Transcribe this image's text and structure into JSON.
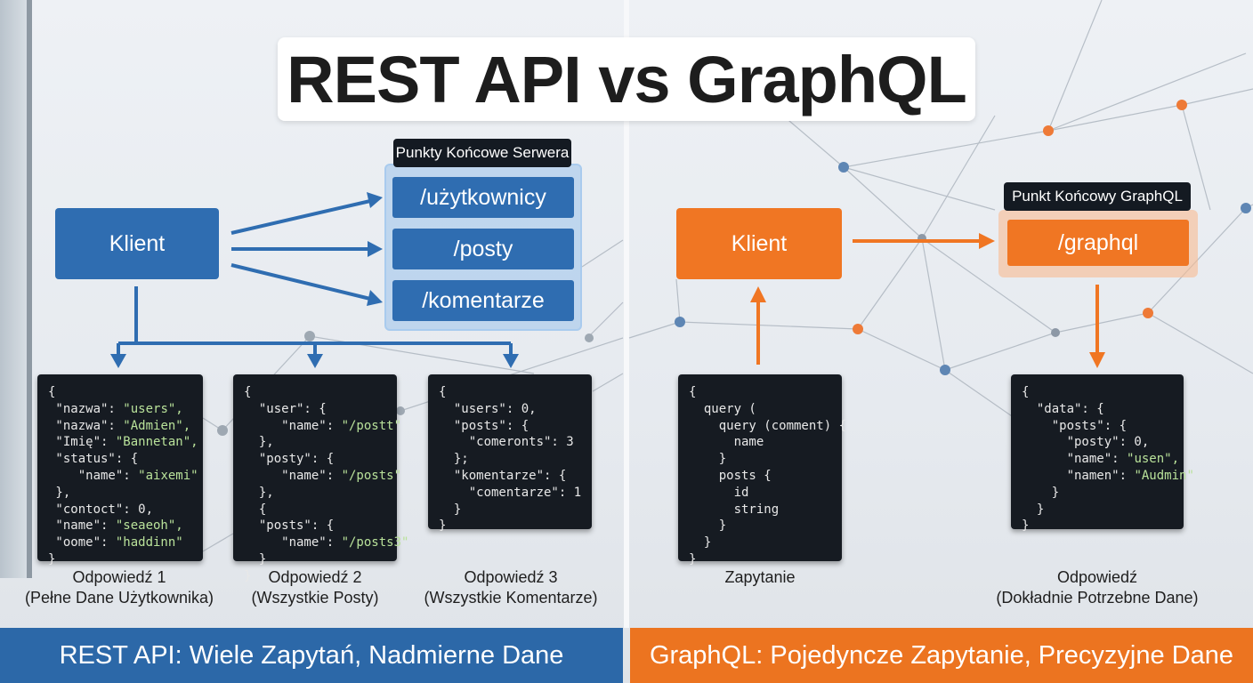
{
  "title": "REST API vs GraphQL",
  "colors": {
    "rest_blue": "#2f6db1",
    "graphql_orange": "#f07623",
    "code_bg": "#161b22",
    "code_key": "#e8e8e8",
    "code_value": "#b9e29a"
  },
  "rest": {
    "client_label": "Klient",
    "endpoints_label": "Punkty Końcowe Serwera",
    "endpoints": [
      "/użytkownicy",
      "/posty",
      "/komentarze"
    ],
    "responses": [
      {
        "caption_line1": "Odpowiedź 1",
        "caption_line2": "(Pełne Dane Użytkownika)",
        "code": [
          {
            "k": "{",
            "v": ""
          },
          {
            "k": " \"nazwa\": ",
            "v": "\"users\","
          },
          {
            "k": " \"nazwa\": ",
            "v": "\"Admien\","
          },
          {
            "k": " \"Imię\": ",
            "v": "\"Bannetan\","
          },
          {
            "k": " \"status\": {",
            "v": ""
          },
          {
            "k": "    \"name\": ",
            "v": "\"aixemi\""
          },
          {
            "k": " },",
            "v": ""
          },
          {
            "k": " \"contoct\": 0,",
            "v": ""
          },
          {
            "k": " \"name\": ",
            "v": "\"seaeoh\","
          },
          {
            "k": " \"oome\": ",
            "v": "\"haddinn\""
          },
          {
            "k": "}",
            "v": ""
          }
        ]
      },
      {
        "caption_line1": "Odpowiedź 2",
        "caption_line2": "(Wszystkie Posty)",
        "code": [
          {
            "k": "{",
            "v": ""
          },
          {
            "k": "  \"user\": {",
            "v": ""
          },
          {
            "k": "     \"name\": ",
            "v": "\"/postt\""
          },
          {
            "k": "  },",
            "v": ""
          },
          {
            "k": "  \"posty\": {",
            "v": ""
          },
          {
            "k": "     \"name\": ",
            "v": "\"/posts\""
          },
          {
            "k": "  },",
            "v": ""
          },
          {
            "k": "  {",
            "v": ""
          },
          {
            "k": "  \"posts\": {",
            "v": ""
          },
          {
            "k": "     \"name\": ",
            "v": "\"/posts3\""
          },
          {
            "k": "  }",
            "v": ""
          },
          {
            "k": "}",
            "v": ""
          }
        ]
      },
      {
        "caption_line1": "Odpowiedź 3",
        "caption_line2": "(Wszystkie Komentarze)",
        "code": [
          {
            "k": "{",
            "v": ""
          },
          {
            "k": "  \"users\": 0,",
            "v": ""
          },
          {
            "k": "  \"posts\": {",
            "v": ""
          },
          {
            "k": "    \"comeronts\": 3",
            "v": ""
          },
          {
            "k": "  };",
            "v": ""
          },
          {
            "k": "  \"komentarze\": {",
            "v": ""
          },
          {
            "k": "    \"comentarze\": 1",
            "v": ""
          },
          {
            "k": "  }",
            "v": ""
          },
          {
            "k": "}",
            "v": ""
          }
        ]
      }
    ],
    "banner": "REST API: Wiele Zapytań, Nadmierne Dane"
  },
  "graphql": {
    "client_label": "Klient",
    "endpoint_label": "Punkt Końcowy GraphQL",
    "endpoint": "/graphql",
    "query": {
      "caption": "Zapytanie",
      "code": [
        {
          "k": "{",
          "v": ""
        },
        {
          "k": "  query (",
          "v": ""
        },
        {
          "k": "    query (comment) {",
          "v": ""
        },
        {
          "k": "      name",
          "v": ""
        },
        {
          "k": "    }",
          "v": ""
        },
        {
          "k": "    posts {",
          "v": ""
        },
        {
          "k": "      id",
          "v": ""
        },
        {
          "k": "      string",
          "v": ""
        },
        {
          "k": "    }",
          "v": ""
        },
        {
          "k": "  }",
          "v": ""
        },
        {
          "k": "}",
          "v": ""
        }
      ]
    },
    "response": {
      "caption_line1": "Odpowiedź",
      "caption_line2": "(Dokładnie Potrzebne Dane)",
      "code": [
        {
          "k": "{",
          "v": ""
        },
        {
          "k": "  \"data\": {",
          "v": ""
        },
        {
          "k": "    \"posts\": {",
          "v": ""
        },
        {
          "k": "      \"posty\": 0,",
          "v": ""
        },
        {
          "k": "      \"name\": ",
          "v": "\"usen\","
        },
        {
          "k": "      \"namen\": ",
          "v": "\"Audmin\""
        },
        {
          "k": "    }",
          "v": ""
        },
        {
          "k": "  }",
          "v": ""
        },
        {
          "k": "}",
          "v": ""
        }
      ]
    },
    "banner": "GraphQL: Pojedyncze Zapytanie, Precyzyjne Dane"
  }
}
